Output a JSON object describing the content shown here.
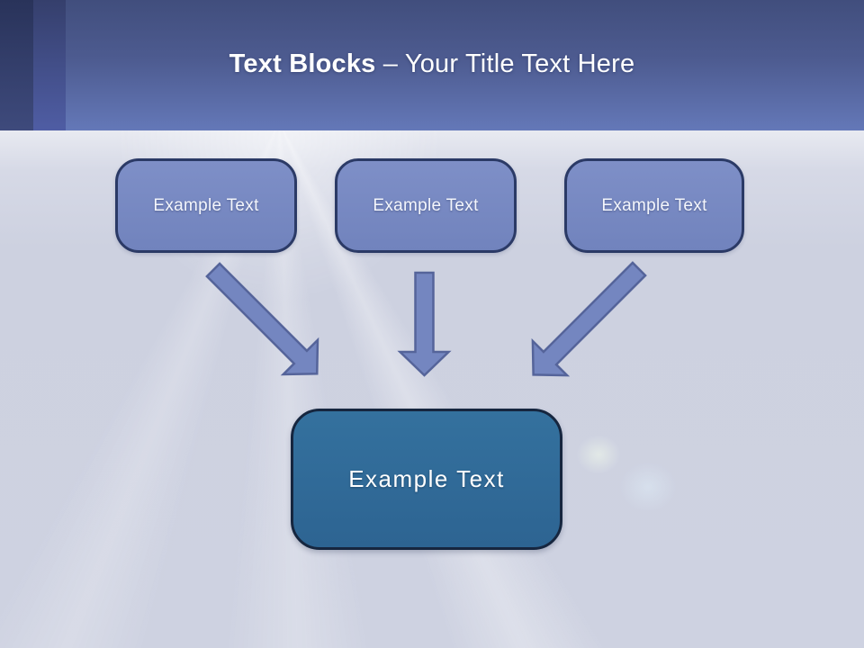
{
  "slide": {
    "title": {
      "bold": "Text Blocks",
      "rest": " – Your Title Text Here"
    },
    "blocks": [
      {
        "label": "Example Text"
      },
      {
        "label": "Example Text"
      },
      {
        "label": "Example Text"
      }
    ],
    "center_block": {
      "label": "Example Text"
    },
    "colors": {
      "header_top": "#414e7d",
      "header_bottom": "#6478b8",
      "stripe_dark": "#29335a",
      "stripe_medium": "#4f5da4",
      "body_background": "#cdd1e0",
      "block_fill": "#7486c0",
      "block_border": "#2b3a66",
      "center_fill": "#2f6897",
      "center_border": "#16263f",
      "arrow_fill": "#7486c0",
      "arrow_stroke": "#55649a",
      "title_color": "#ffffff"
    }
  }
}
